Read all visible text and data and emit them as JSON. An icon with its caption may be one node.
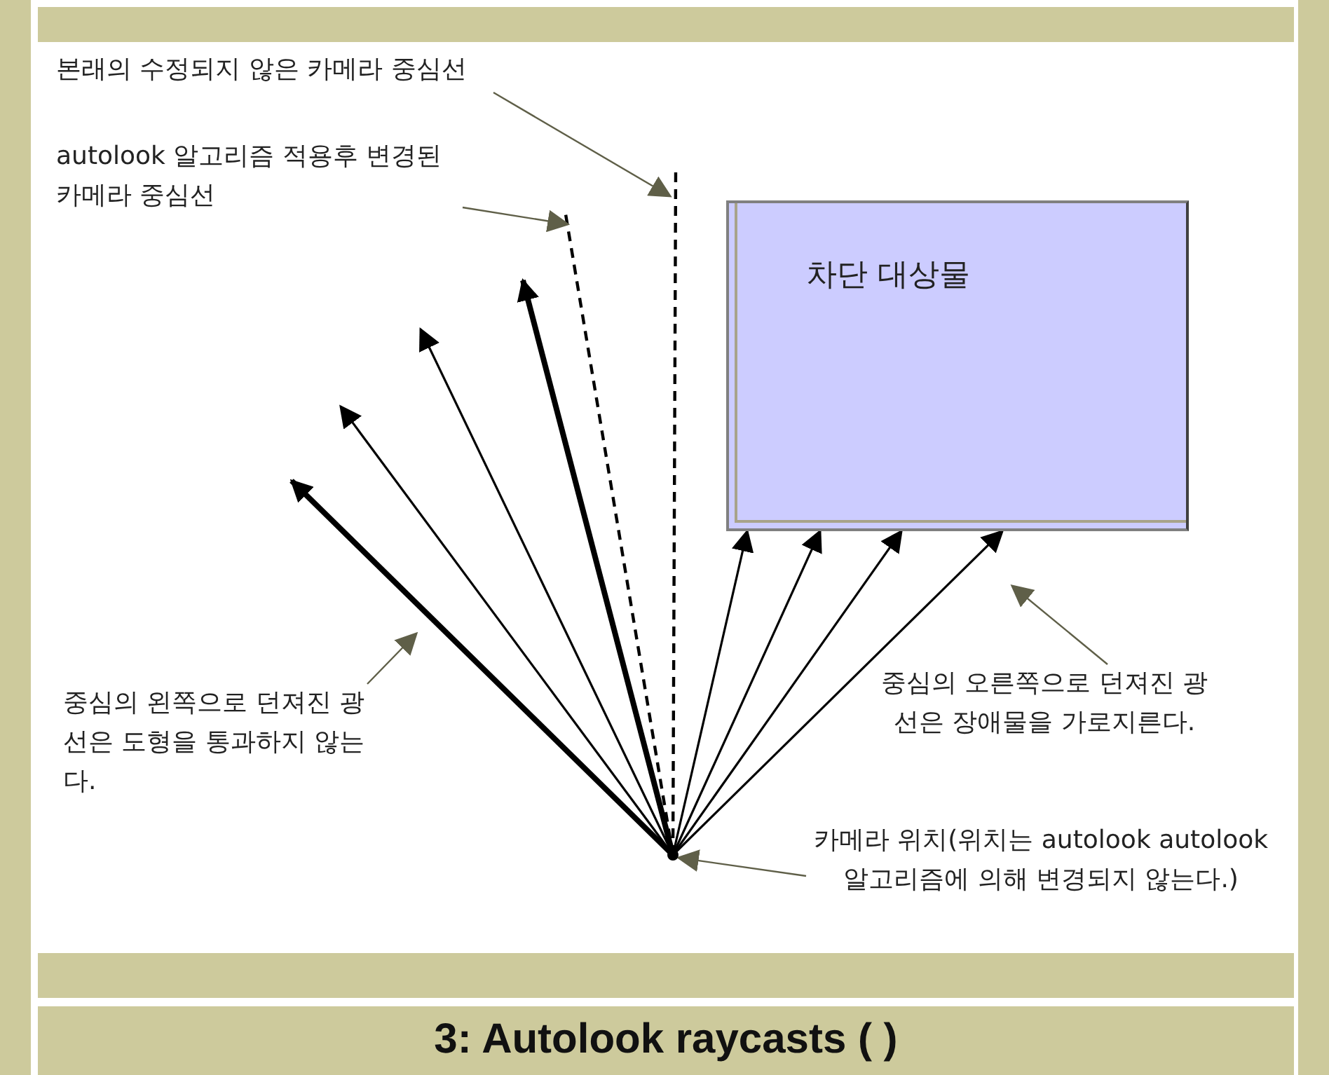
{
  "diagram": {
    "caption": "3: Autolook raycasts ( )",
    "nodes": [
      {
        "text": [],
        "shape": "circle"
      },
      {
        "text": [
          "차단 대상물"
        ]
      },
      {
        "text": [
          "본래의 수정되지 않은 카메라 중심선"
        ]
      },
      {
        "text": [
          "autolook 알고리즘 적용후 변경된 카메라 중심선"
        ]
      },
      {
        "text": [
          "중심의 왼쪽으로 던져진 광선은 도형을 통과하지 않는다."
        ]
      },
      {
        "text": [
          "중심의 오른쪽으로 던져진 광선은 장애물을 가로지른다."
        ]
      },
      {
        "text": [
          "카메라 위치(위치는 autolook autolook 알고리즘에 의해 변경되지 않는다.)"
        ]
      }
    ],
    "edges": [
      {
        "from": 0,
        "to": null,
        "arrow": "to",
        "style": "thick"
      },
      {
        "from": 0,
        "to": null,
        "arrow": "to"
      },
      {
        "from": 0,
        "to": null,
        "arrow": "to"
      },
      {
        "from": 0,
        "to": null,
        "arrow": "to",
        "style": "thick"
      },
      {
        "from": 0,
        "to": null,
        "arrow": "none",
        "style": "dashed"
      },
      {
        "from": 0,
        "to": null,
        "arrow": "none",
        "style": "dashed"
      },
      {
        "from": 0,
        "to": 1,
        "arrow": "to"
      },
      {
        "from": 0,
        "to": 1,
        "arrow": "to"
      },
      {
        "from": 0,
        "to": 1,
        "arrow": "to"
      },
      {
        "from": 0,
        "to": 1,
        "arrow": "to"
      },
      {
        "from": 2,
        "to": null,
        "arrow": "to",
        "color": "#5f5f48"
      },
      {
        "from": 3,
        "to": null,
        "arrow": "to",
        "color": "#5f5f48"
      },
      {
        "from": 4,
        "to": null,
        "arrow": "to",
        "color": "#5f5f48"
      },
      {
        "from": 5,
        "to": null,
        "arrow": "to",
        "color": "#5f5f48"
      },
      {
        "from": 6,
        "to": 0,
        "arrow": "to",
        "color": "#5f5f48"
      }
    ]
  }
}
